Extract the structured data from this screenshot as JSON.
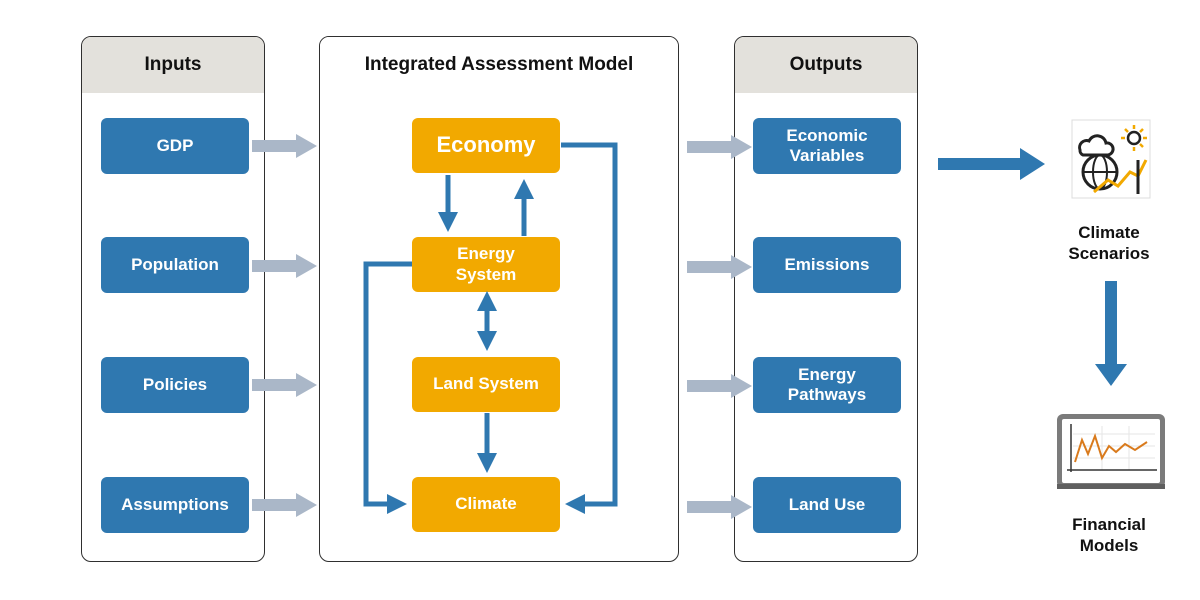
{
  "inputs": {
    "title": "Inputs",
    "items": [
      "GDP",
      "Population",
      "Policies",
      "Assumptions"
    ]
  },
  "model": {
    "title": "Integrated Assessment Model",
    "economy": "Economy",
    "energy_system": "Energy\nSystem",
    "land_system": "Land System",
    "climate": "Climate"
  },
  "outputs": {
    "title": "Outputs",
    "items": [
      "Economic\nVariables",
      "Emissions",
      "Energy\nPathways",
      "Land Use"
    ]
  },
  "climate_scenarios": "Climate\nScenarios",
  "financial_models": "Financial\nModels",
  "icons": {
    "climate_scenarios_icon": "globe-cloud-sun-chart-icon",
    "financial_models_icon": "laptop-line-chart-icon"
  },
  "colors": {
    "blue_box": "#2f78b0",
    "orange_box": "#f2a900",
    "connector_arrow": "#2f78b0",
    "input_output_arrow": "#aab7c8",
    "header_band": "#e3e1dc"
  }
}
